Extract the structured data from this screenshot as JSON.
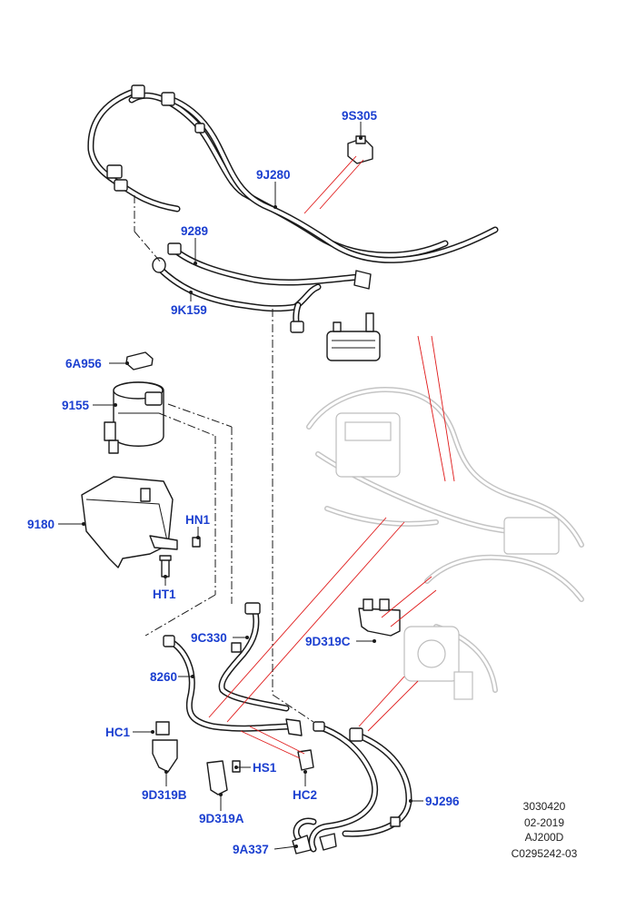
{
  "callouts": {
    "c9S305": "9S305",
    "c9J280": "9J280",
    "c9289": "9289",
    "c9K159": "9K159",
    "c6A956": "6A956",
    "c9155": "9155",
    "c9180": "9180",
    "cHN1": "HN1",
    "cHT1": "HT1",
    "c9C330": "9C330",
    "c8260": "8260",
    "c9D319C": "9D319C",
    "cHC1": "HC1",
    "cHS1": "HS1",
    "cHC2": "HC2",
    "c9D319B": "9D319B",
    "c9D319A": "9D319A",
    "c9J296": "9J296",
    "c9A337": "9A337"
  },
  "reference": {
    "illustration_no": "3030420",
    "date": "02-2019",
    "model_code": "AJ200D",
    "catalog_ref": "C0295242-03"
  },
  "colors": {
    "callout": "#1b3fd0",
    "line": "#1a1a1a",
    "context": "#c4c4c4",
    "indicator": "#e01b1b"
  }
}
